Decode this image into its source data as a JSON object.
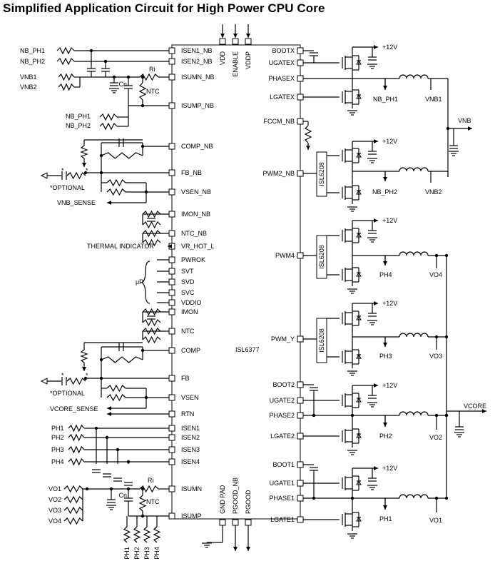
{
  "title": "Simplified Application Circuit for High Power CPU Core",
  "chip": "ISL6377",
  "driver": "ISL6208",
  "left_pins": [
    "ISEN1_NB",
    "ISEN2_NB",
    "ISUMN_NB",
    "ISUMP_NB",
    "COMP_NB",
    "FB_NB",
    "VSEN_NB",
    "IMON_NB",
    "NTC_NB",
    "VR_HOT_L",
    "PWROK",
    "SVT",
    "SVD",
    "SVC",
    "VDDIO",
    "IMON",
    "NTC",
    "COMP",
    "FB",
    "VSEN",
    "RTN",
    "ISEN1",
    "ISEN2",
    "ISEN3",
    "ISEN4",
    "ISUMN",
    "ISUMP"
  ],
  "top_pins": [
    "VDD",
    "ENABLE",
    "VDDP"
  ],
  "bottom_pins": [
    "GND PAD",
    "PGOOD_NB",
    "PGOOD"
  ],
  "right_pins": [
    "BOOTX",
    "UGATEX",
    "PHASEX",
    "LGATEX",
    "FCCM_NB",
    "PWM2_NB",
    "PWM4",
    "PWM_Y",
    "BOOT2",
    "UGATE2",
    "PHASE2",
    "LGATE2",
    "BOOT1",
    "UGATE1",
    "PHASE1",
    "LGATE1"
  ],
  "labels": {
    "nb_ph1": "NB_PH1",
    "nb_ph2": "NB_PH2",
    "vnb1": "VNB1",
    "vnb2": "VNB2",
    "ri": "Ri",
    "cn": "Cn",
    "ntc": "NTC",
    "optional": "*OPTIONAL",
    "star": "*",
    "vnb_sense": "VNB_SENSE",
    "thermal": "THERMAL INDICATOR",
    "up": "μP",
    "vcore_sense": "VCORE_SENSE",
    "ph1": "PH1",
    "ph2": "PH2",
    "ph3": "PH3",
    "ph4": "PH4",
    "vo1": "VO1",
    "vo2": "VO2",
    "vo3": "VO3",
    "vo4": "VO4",
    "p12v": "+12V",
    "vnb": "VNB",
    "vcore": "VCORE"
  }
}
